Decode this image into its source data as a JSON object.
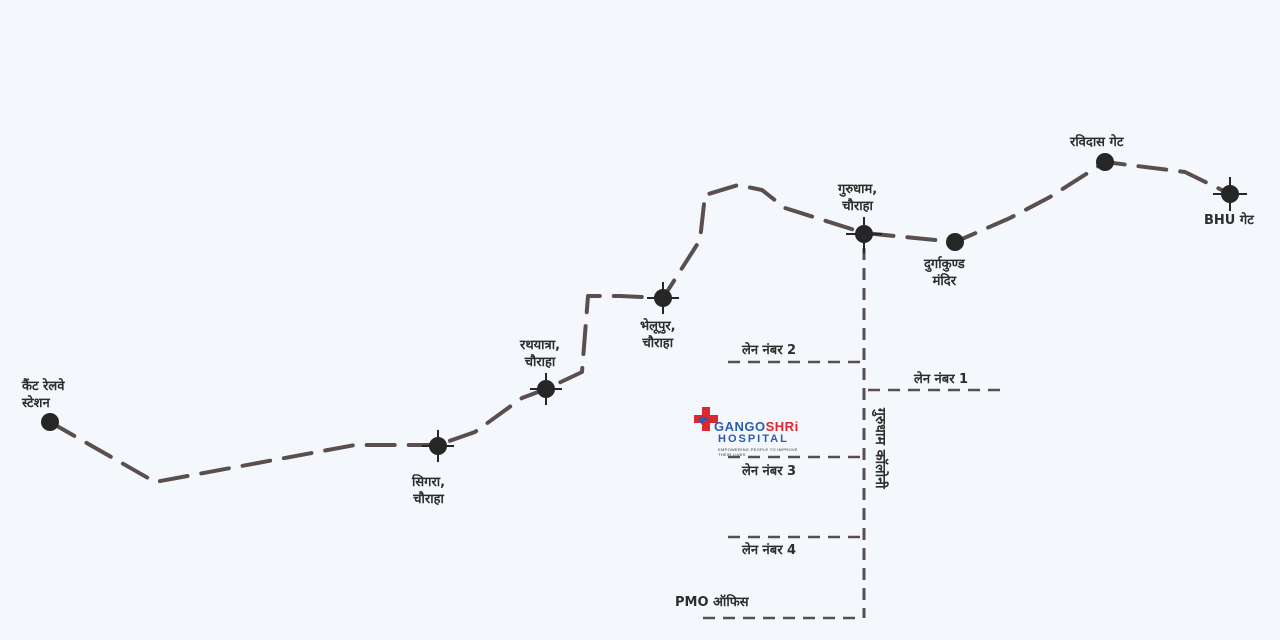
{
  "stops": {
    "cantt": "कैंट रेलवे\nस्टेशन",
    "sigra": "सिगरा,\nचौराहा",
    "rathyatra": "रथयात्रा,\nचौराहा",
    "bhelupur": "भेलूपुर,\nचौराहा",
    "gurudham": "गुरुधाम,\nचौराहा",
    "durgakund": "दुर्गाकुण्ड\nमंदिर",
    "ravidas": "रविदास गेट",
    "bhu": "BHU गेट"
  },
  "lanes": {
    "lane1": "लेन नंबर 1",
    "lane2": "लेन नंबर 2",
    "lane3": "लेन नंबर 3",
    "lane4": "लेन नंबर 4",
    "pmo": "PMO ऑफिस",
    "colony": "गुरुधाम कॉलोनी"
  },
  "logo": {
    "name_part1": "GANGO",
    "name_part2": "SHRi",
    "name_line2": "HOSPITAL",
    "tagline": "EMPOWERING PEOPLE TO IMPROVE THEIR LIVES"
  },
  "colors": {
    "route": "#5a4e4e",
    "marker": "#262626",
    "background": "#f4f8fc",
    "logo_blue": "#2a5db0",
    "logo_red": "#e0262e"
  }
}
